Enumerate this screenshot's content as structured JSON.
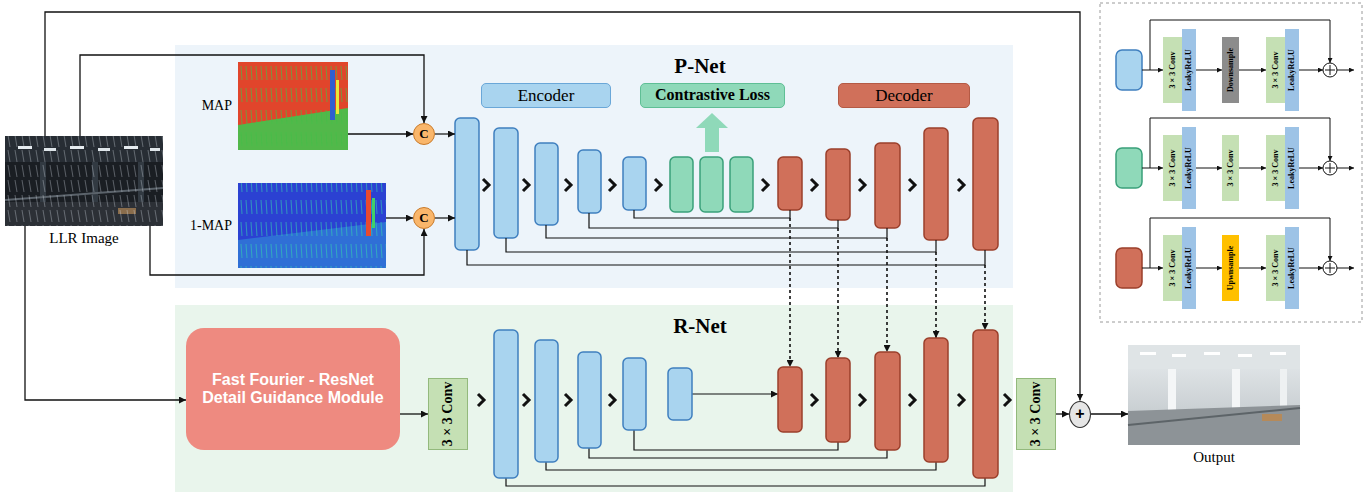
{
  "diagram": {
    "nodes": [
      {
        "text": [
          "LLR Image"
        ]
      },
      {
        "text": [
          "P-Net"
        ]
      },
      {
        "text": [
          "MAP"
        ],
        "in": 1
      },
      {
        "text": [
          "C"
        ],
        "in": 1
      },
      {
        "text": [
          "1-MAP"
        ],
        "in": 1
      },
      {
        "text": [
          "C"
        ],
        "in": 1
      },
      {
        "text": [
          "Encoder"
        ],
        "in": 1
      },
      {
        "text": [
          "Contrastive Loss"
        ],
        "in": 1
      },
      {
        "text": [
          "Decoder"
        ],
        "in": 1
      },
      {
        "text": [
          "R-Net"
        ]
      },
      {
        "text": [
          "Fast Fourier - ResNet Detail Guidance Module"
        ],
        "in": 9
      },
      {
        "text": [
          "3 × 3 Conv"
        ],
        "in": 9
      },
      {
        "text": [
          "3 × 3 Conv"
        ]
      },
      {
        "text": [
          "+"
        ]
      },
      {
        "text": [
          "Output"
        ]
      },
      {
        "text": [
          "3 × 3 Conv"
        ]
      },
      {
        "text": [
          "LeakyReLU"
        ]
      },
      {
        "text": [
          "Downsample"
        ]
      },
      {
        "text": [
          "3 × 3 Conv"
        ]
      },
      {
        "text": [
          "LeakyReLU"
        ]
      },
      {
        "text": [
          "3 × 3 Conv"
        ]
      },
      {
        "text": [
          "LeakyReLU"
        ]
      },
      {
        "text": [
          "3 × 3 Conv"
        ]
      },
      {
        "text": [
          "3 × 3 Conv"
        ]
      },
      {
        "text": [
          "LeakyReLU"
        ]
      },
      {
        "text": [
          "3 × 3 Conv"
        ]
      },
      {
        "text": [
          "LeakyReLU"
        ]
      },
      {
        "text": [
          "Upwnsample"
        ]
      },
      {
        "text": [
          "3 × 3 Conv"
        ]
      },
      {
        "text": [
          "LeakyReLU"
        ]
      }
    ],
    "edges": [
      {
        "from": 0,
        "to": 3,
        "arrow": "to"
      },
      {
        "from": 0,
        "to": 5,
        "arrow": "to"
      },
      {
        "from": 2,
        "to": 3,
        "arrow": "to"
      },
      {
        "from": 4,
        "to": 5,
        "arrow": "to"
      },
      {
        "from": 0,
        "to": 10,
        "arrow": "to"
      },
      {
        "from": 10,
        "to": 11,
        "arrow": "to"
      },
      {
        "from": 0,
        "to": 13,
        "arrow": "to"
      },
      {
        "from": 12,
        "to": 13,
        "arrow": "to"
      },
      {
        "from": 13,
        "to": 14,
        "arrow": "to"
      },
      {
        "from": 16,
        "to": 17,
        "arrow": "to"
      },
      {
        "from": 17,
        "to": 18,
        "arrow": "to"
      },
      {
        "from": 21,
        "to": 22,
        "arrow": "to"
      },
      {
        "from": 22,
        "to": 23,
        "arrow": "to"
      },
      {
        "from": 26,
        "to": 27,
        "arrow": "to"
      },
      {
        "from": 27,
        "to": 28,
        "arrow": "to"
      }
    ]
  }
}
